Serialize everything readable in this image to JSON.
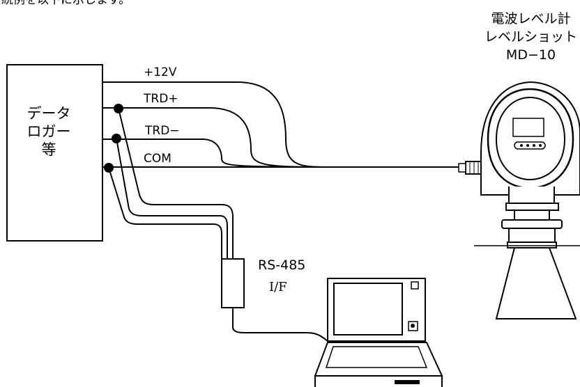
{
  "caption_partial": "続例を以下に示します。",
  "logger": {
    "line1": "データ",
    "line2": "ロガー",
    "line3": "等"
  },
  "wires": {
    "power": "+12V",
    "trd_plus": "TRD+",
    "trd_minus": "TRD−",
    "common": "COM"
  },
  "device": {
    "name": "電波レベル計",
    "product": "レベルショット",
    "model": "MD−10"
  },
  "interface": {
    "line1": "RS-485",
    "line2": "I/F"
  }
}
